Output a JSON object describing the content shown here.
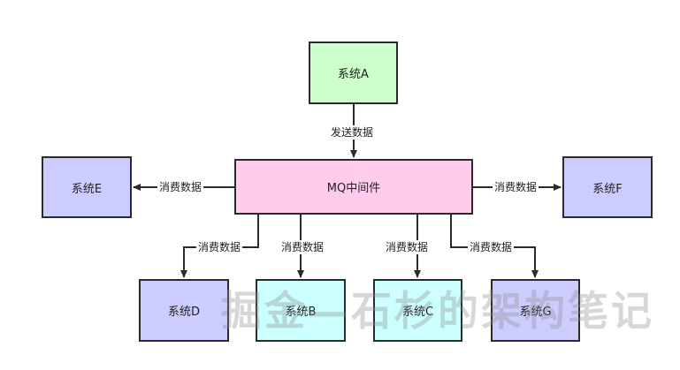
{
  "nodes": {
    "system_a": {
      "label": "系统A",
      "color": "#ccffcc"
    },
    "mq": {
      "label": "MQ中间件",
      "color": "#ffccee"
    },
    "system_e": {
      "label": "系统E",
      "color": "#ccccff"
    },
    "system_f": {
      "label": "系统F",
      "color": "#ccccff"
    },
    "system_d": {
      "label": "系统D",
      "color": "#ccccff"
    },
    "system_b": {
      "label": "系统B",
      "color": "#ccffff"
    },
    "system_c": {
      "label": "系统C",
      "color": "#ccffff"
    },
    "system_g": {
      "label": "系统G",
      "color": "#ccccff"
    }
  },
  "edges": {
    "a_to_mq": {
      "label": "发送数据"
    },
    "mq_to_e": {
      "label": "消费数据"
    },
    "mq_to_f": {
      "label": "消费数据"
    },
    "mq_to_d": {
      "label": "消费数据"
    },
    "mq_to_b": {
      "label": "消费数据"
    },
    "mq_to_c": {
      "label": "消费数据"
    },
    "mq_to_g": {
      "label": "消费数据"
    }
  },
  "watermark": {
    "text": "掘金—石杉的架构笔记"
  },
  "colors": {
    "line": "#2b2b2b",
    "border": "#2b2b2b"
  }
}
